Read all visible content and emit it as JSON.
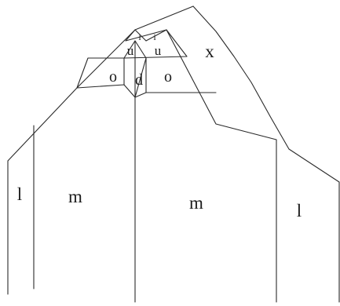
{
  "faces": {
    "top_right": "x",
    "upper_small_left": "i",
    "upper_small_right": "i",
    "upper_left": "u",
    "upper_right": "u",
    "middle_left": "o",
    "middle_center": "d",
    "middle_right": "o",
    "left_prism": "l",
    "left_center_prism": "m",
    "right_center_prism": "m",
    "right_prism": "l"
  }
}
